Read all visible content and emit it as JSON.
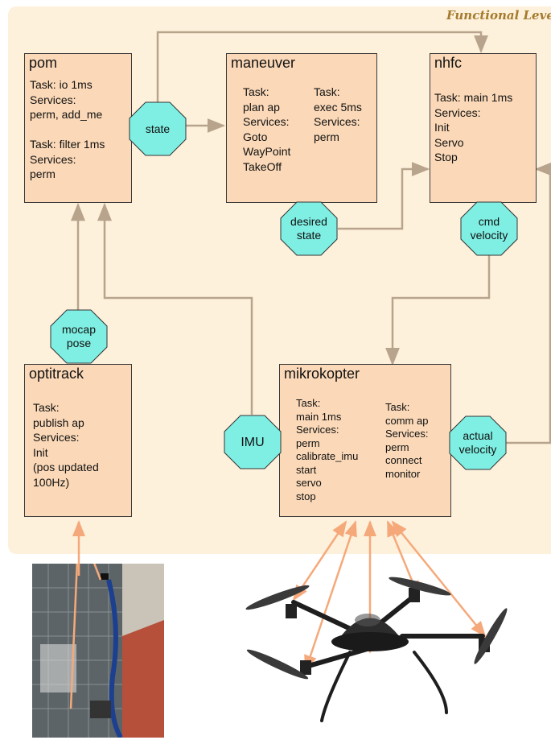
{
  "diagram": {
    "level_title": "Functional Leve",
    "boxes": {
      "pom": {
        "title": "pom",
        "text": "Task: io 1ms\nServices:\nperm, add_me\n\nTask: filter 1ms\nServices:\nperm"
      },
      "maneuver": {
        "title": "maneuver",
        "col1": "Task:\nplan ap\nServices:\nGoto\nWayPoint\nTakeOff",
        "col2": "Task:\nexec 5ms\nServices:\nperm"
      },
      "nhfc": {
        "title": "nhfc",
        "text": "Task: main 1ms\nServices:\nInit\nServo\nStop"
      },
      "optitrack": {
        "title": "optitrack",
        "text": "Task:\npublish ap\nServices:\nInit\n(pos updated\n100Hz)"
      },
      "mikrokopter": {
        "title": "mikrokopter",
        "col1": "Task:\nmain 1ms\nServices:\nperm\ncalibrate_imu\nstart\nservo\nstop",
        "col2": "Task:\ncomm ap\nServices:\nperm\nconnect\nmonitor"
      }
    },
    "ports": {
      "state": "state",
      "desired_state": "desired\nstate",
      "cmd_velocity": "cmd\nvelocity",
      "mocap_pose": "mocap\npose",
      "imu": "IMU",
      "actual_velocity": "actual\nvelocity"
    },
    "colors": {
      "panel": "#fdf1dc",
      "box_fill": "#fbd9b8",
      "port_fill": "#7fefe3",
      "connector": "#b8a48c",
      "hardware_link": "#f5a97a",
      "title": "#a57a2c"
    }
  }
}
